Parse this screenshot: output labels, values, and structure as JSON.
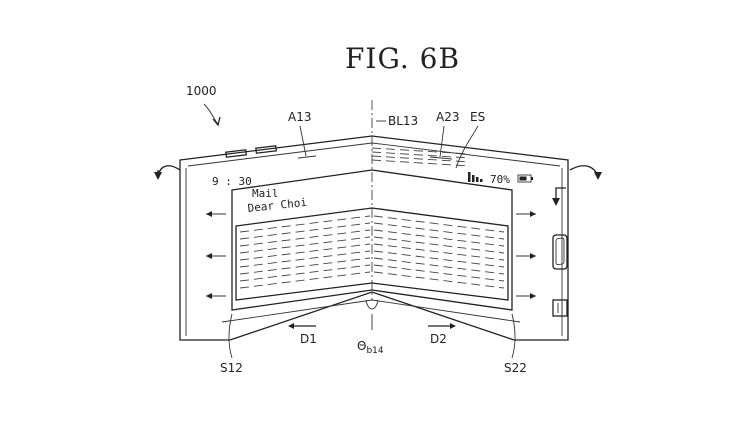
{
  "figure": {
    "title": "FIG. 6B",
    "device_ref": "1000",
    "callouts": {
      "a13": "A13",
      "bl13": "BL13",
      "a23": "A23",
      "es": "ES",
      "s12": "S12",
      "s22": "S22",
      "d1": "D1",
      "d2": "D2",
      "theta": "Θ",
      "theta_sub": "b14"
    }
  },
  "screen": {
    "time": "9 : 30",
    "battery": "70%",
    "mail_title": "Mail",
    "mail_greeting": "Dear Choi"
  },
  "icons": {
    "signal": "signal-bars-icon",
    "battery": "battery-icon",
    "rotate_left": "rotate-left-arrow-icon",
    "rotate_right": "rotate-right-arrow-icon",
    "back": "back-arrow-icon",
    "home": "home-button-icon",
    "menu": "menu-button-icon"
  }
}
